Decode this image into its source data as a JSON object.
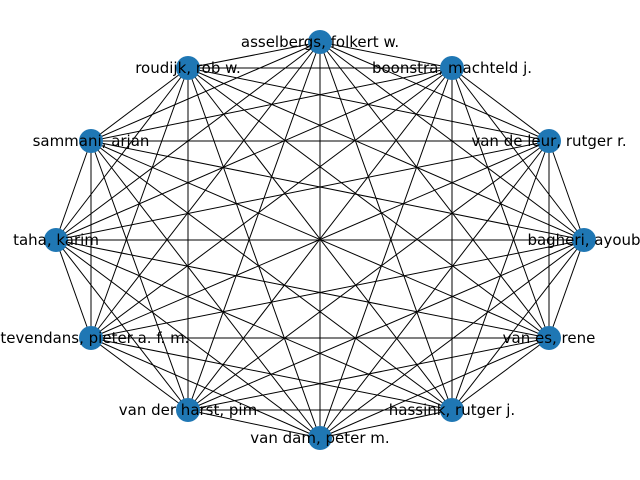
{
  "graph": {
    "node_color": "#1f77b4",
    "edge_color": "#000000",
    "complete": true,
    "nodes": [
      "asselbergs, folkert w.",
      "boonstra, machteld j.",
      "van de leur, rutger r.",
      "bagheri, ayoub",
      "van es, rene",
      "hassink, rutger j.",
      "van dam, peter m.",
      "van der harst, pim",
      "stevendans, pieter a. f. m.",
      "taha, karim",
      "sammani, arjan",
      "roudijk, rob w."
    ]
  }
}
